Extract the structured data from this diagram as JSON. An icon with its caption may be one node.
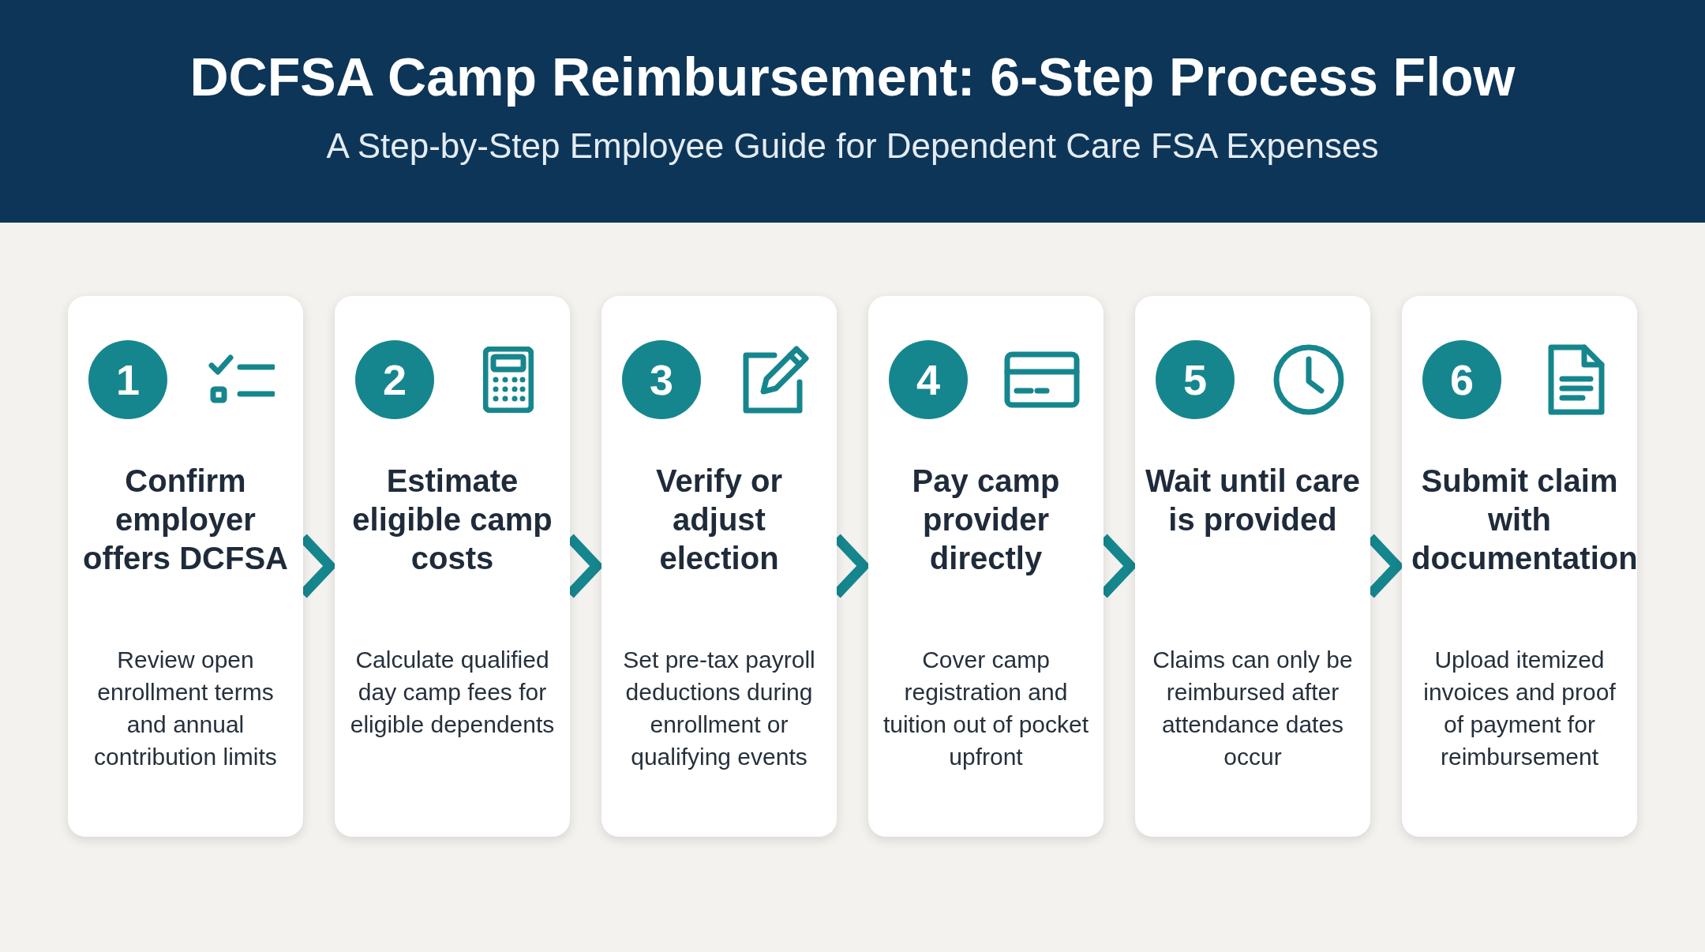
{
  "diagram": {
    "title": "DCFSA Camp Reimbursement: 6-Step Process Flow",
    "caption": "A Step-by-Step Employee Guide for Dependent Care FSA Expenses",
    "nodes": [
      {
        "text": [
          "1",
          "Confirm employer offers DCFSA",
          "Review open enrollment terms and annual contribution limits"
        ]
      },
      {
        "text": [
          "2",
          "Estimate eligible camp costs",
          "Calculate qualified day camp fees for eligible dependents"
        ]
      },
      {
        "text": [
          "3",
          "Verify or adjust election",
          "Set pre-tax payroll deductions during enrollment or qualifying events"
        ]
      },
      {
        "text": [
          "4",
          "Pay camp provider directly",
          "Cover camp registration and tuition out of pocket upfront"
        ]
      },
      {
        "text": [
          "5",
          "Wait until care is provided",
          "Claims can only be reimbursed after attendance dates occur"
        ]
      },
      {
        "text": [
          "6",
          "Submit claim with documentation",
          "Upload itemized invoices and proof of payment for reimbursement"
        ]
      }
    ],
    "edges": [
      {
        "from": 0,
        "to": 1,
        "arrow": "to"
      },
      {
        "from": 1,
        "to": 2,
        "arrow": "to"
      },
      {
        "from": 2,
        "to": 3,
        "arrow": "to"
      },
      {
        "from": 3,
        "to": 4,
        "arrow": "to"
      },
      {
        "from": 4,
        "to": 5,
        "arrow": "to"
      }
    ]
  }
}
